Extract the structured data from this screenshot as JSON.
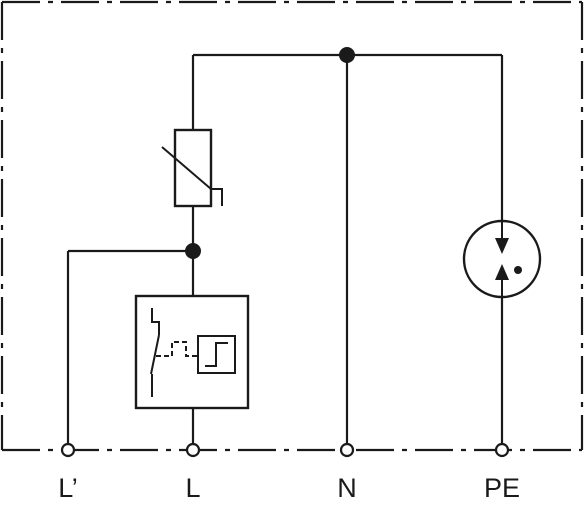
{
  "terminals": {
    "l_prime": "L’",
    "l": "L",
    "n": "N",
    "pe": "PE"
  },
  "components": {
    "varistor": "varistor-icon",
    "thermal_disconnector": "thermal-disconnector-icon",
    "gas_discharge_tube": "gas-discharge-tube-icon"
  }
}
